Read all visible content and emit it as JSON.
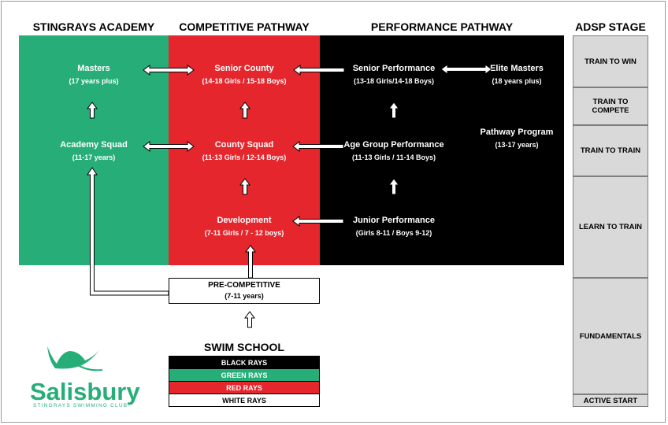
{
  "headers": {
    "academy": "STINGRAYS ACADEMY",
    "competitive": "COMPETITIVE PATHWAY",
    "performance": "PERFORMANCE PATHWAY",
    "adsp": "ADSP STAGE"
  },
  "nodes": {
    "masters": {
      "title": "Masters",
      "sub": "(17 years plus)"
    },
    "academy_squad": {
      "title": "Academy Squad",
      "sub": "(11-17 years)"
    },
    "senior_county": {
      "title": "Senior County",
      "sub": "(14-18 Girls / 15-18 Boys)"
    },
    "county_squad": {
      "title": "County Squad",
      "sub": "(11-13 Girls  / 12-14 Boys)"
    },
    "development": {
      "title": "Development",
      "sub": "(7-11 Girls / 7 - 12 boys)"
    },
    "senior_performance": {
      "title": "Senior Performance",
      "sub": "(13-18 Girls/14-18 Boys)"
    },
    "elite_masters": {
      "title": "Elite Masters",
      "sub": "(18 years plus)"
    },
    "pathway_program": {
      "title": "Pathway Program",
      "sub": "(13-17 years)"
    },
    "age_group_performance": {
      "title": "Age Group Performance",
      "sub": "(11-13 Girls / 11-14 Boys)"
    },
    "junior_performance": {
      "title": "Junior Performance",
      "sub": "(Girls 8-11 / Boys 9-12)"
    }
  },
  "pre_competitive": {
    "title": "PRE-COMPETITIVE",
    "sub": "(7-11 years)"
  },
  "swim_school": {
    "title": "SWIM SCHOOL",
    "levels": [
      {
        "label": "BLACK RAYS",
        "bg": "#000000",
        "fg": "#ffffff"
      },
      {
        "label": "GREEN RAYS",
        "bg": "#27ae78",
        "fg": "#ffffff"
      },
      {
        "label": "RED RAYS",
        "bg": "#e5262d",
        "fg": "#ffffff"
      },
      {
        "label": "WHITE RAYS",
        "bg": "#ffffff",
        "fg": "#000000"
      }
    ]
  },
  "adsp_stages": [
    "TRAIN TO WIN",
    "TRAIN TO COMPETE",
    "TRAIN TO TRAIN",
    "LEARN TO TRAIN",
    "FUNDAMENTALS",
    "ACTIVE START"
  ],
  "logo": {
    "name": "Salisbury",
    "tagline": "STINGRAYS SWIMMING CLUB"
  },
  "colors": {
    "academy": "#27ae78",
    "competitive": "#e5262d",
    "performance": "#000000",
    "stage_bg": "#d9d9d9"
  }
}
